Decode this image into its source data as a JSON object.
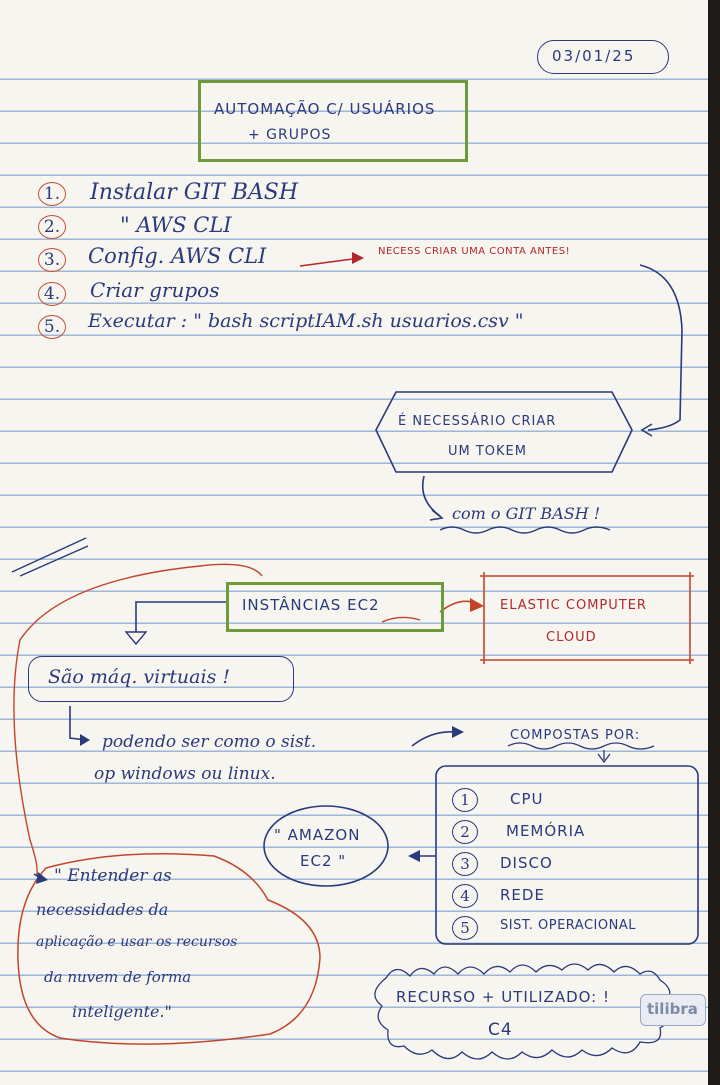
{
  "date": "03/01/25",
  "title": {
    "line1": "AUTOMAÇÃO C/ USUÁRIOS",
    "line2": "+ GRUPOS"
  },
  "steps": [
    {
      "num": "1.",
      "text": "Instalar GIT BASH"
    },
    {
      "num": "2.",
      "text": "\"   AWS CLI"
    },
    {
      "num": "3.",
      "text": "Config.  AWS CLI"
    },
    {
      "num": "4.",
      "text": "Criar grupos"
    },
    {
      "num": "5.",
      "text": "Executar : \" bash scriptIAM.sh usuarios.csv \""
    }
  ],
  "note_account": "NECESS CRIAR UMA CONTA ANTES!",
  "token_note": {
    "line1": "É NECESSÁRIO CRIAR",
    "line2": "UM TOKEM"
  },
  "gitbash_note": "com o GIT BASH !",
  "ec2": {
    "title": "INSTÂNCIAS EC2",
    "meaning": {
      "line1": "ELASTIC COMPUTER",
      "line2": "CLOUD"
    },
    "virtual": "São máq. virtuais !",
    "os_note": {
      "line1": "podendo ser como o sist.",
      "line2": "op windows ou linux."
    },
    "composed_label": "COMPOSTAS POR:",
    "components": [
      {
        "num": "1",
        "text": "CPU"
      },
      {
        "num": "2",
        "text": "MEMÓRIA"
      },
      {
        "num": "3",
        "text": "DISCO"
      },
      {
        "num": "4",
        "text": "REDE"
      },
      {
        "num": "5",
        "text": "SIST. OPERACIONAL"
      }
    ],
    "amazon": {
      "line1": "\" AMAZON",
      "line2": "EC2 \""
    },
    "quote": {
      "line1": "\" Entender as",
      "line2": "necessidades da",
      "line3": "aplicação e usar os recursos",
      "line4": "da nuvem de forma",
      "line5": "inteligente.\""
    },
    "most_used": {
      "line1": "RECURSO + UTILIZADO: !",
      "line2": "C4"
    }
  },
  "brand": "tilibra",
  "colors": {
    "ink": "#2b3a7a",
    "green_box": "#6f9a3a",
    "red_box": "#c2452a",
    "paper": "#f7f5ef",
    "rule": "#9fb6d9"
  }
}
